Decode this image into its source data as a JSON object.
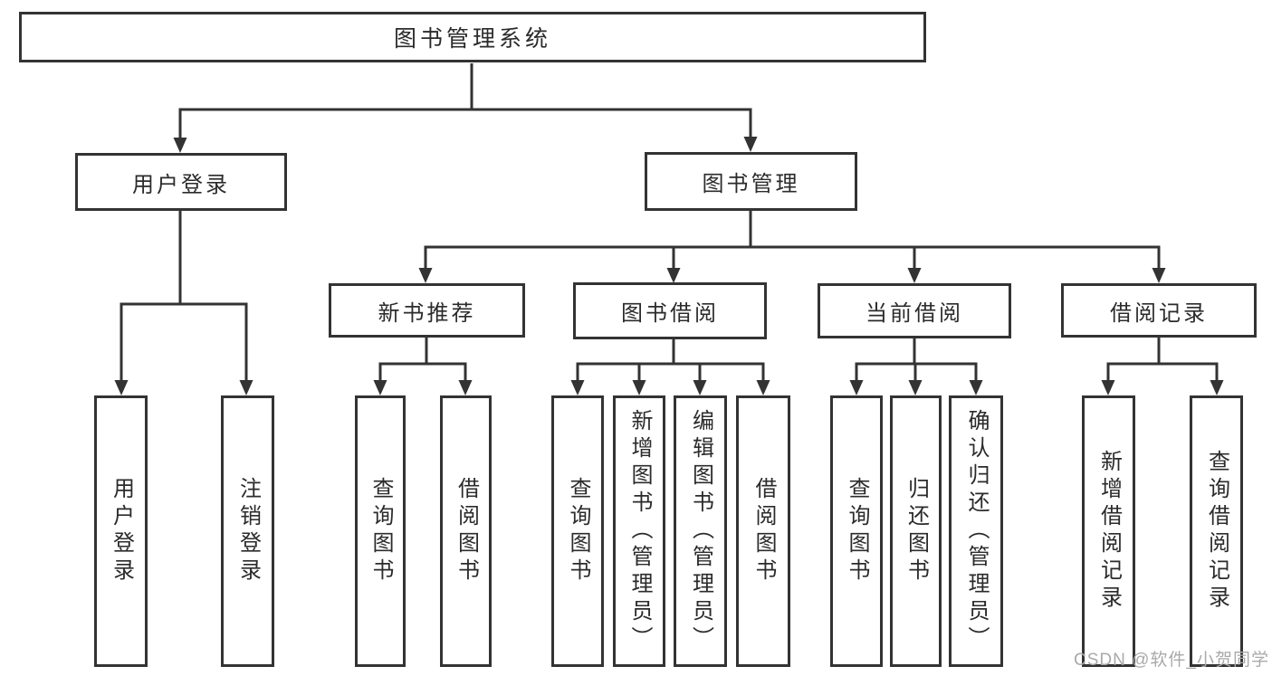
{
  "diagram": {
    "title_node": "图书管理系统",
    "user_login_branch": {
      "label": "用户登录",
      "children": [
        "用户登录",
        "注销登录"
      ]
    },
    "book_mgmt_branch": {
      "label": "图书管理",
      "sections": [
        {
          "label": "新书推荐",
          "children": [
            "查询图书",
            "借阅图书"
          ]
        },
        {
          "label": "图书借阅",
          "children": [
            "查询图书",
            "新增图书（管理员）",
            "编辑图书（管理员）",
            "借阅图书"
          ]
        },
        {
          "label": "当前借阅",
          "children": [
            "查询图书",
            "归还图书",
            "确认归还（管理员）"
          ]
        },
        {
          "label": "借阅记录",
          "children": [
            "新增借阅记录",
            "查询借阅记录"
          ]
        }
      ]
    },
    "colors": {
      "box_border": "#333333",
      "box_fill": "#ffffff",
      "connector": "#333333",
      "text": "#2b2b2b",
      "watermark": "#a9a9a9",
      "background": "#ffffff"
    }
  },
  "watermark": "CSDN @软件_小贺同学"
}
